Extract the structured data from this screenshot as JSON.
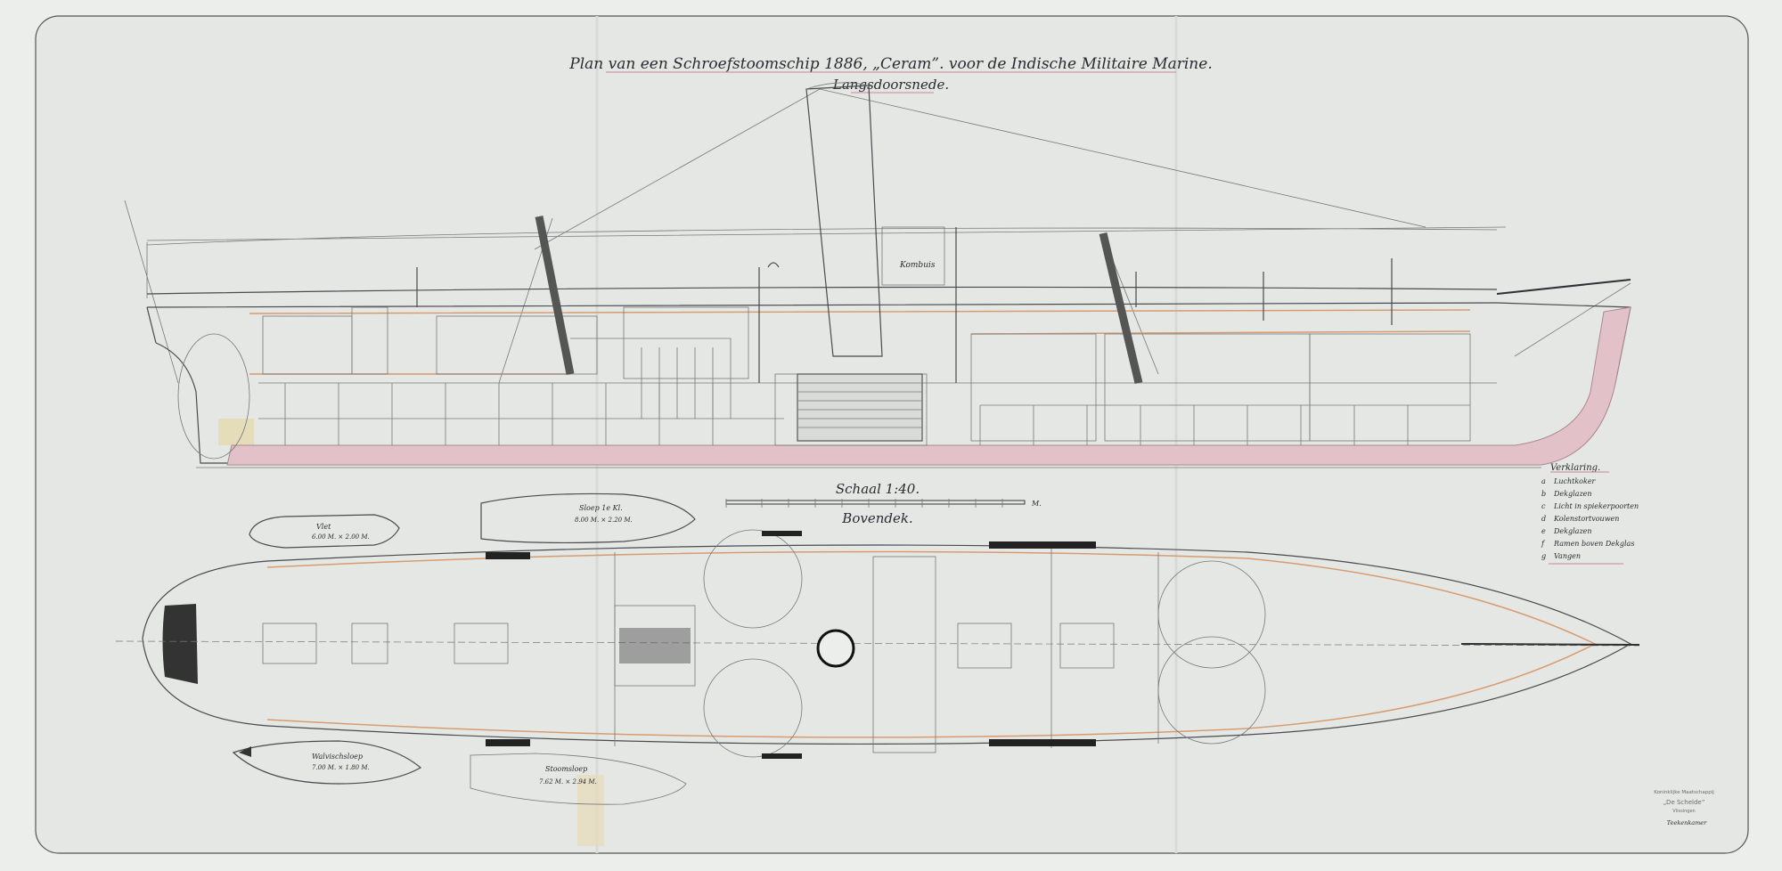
{
  "title": {
    "line1": "Plan van een Schroefstoomschip 1886, „Ceram”. voor de Indische Militaire Marine.",
    "line2": "Langsdoorsnede."
  },
  "scale": {
    "label": "Schaal 1:40.",
    "unit": "M."
  },
  "deck_plan": {
    "label": "Bovendek."
  },
  "profile": {
    "label_house": "Kombuis"
  },
  "boats": [
    {
      "name": "Vlet",
      "dims": "6.00 M. × 2.00 M."
    },
    {
      "name": "Sloep 1e Kl.",
      "dims": "8.00 M. × 2.20 M."
    },
    {
      "name": "Walvischsloep",
      "dims": "7.00 M. × 1.80 M."
    },
    {
      "name": "Stoomsloep",
      "dims": "7.62 M. × 2.94 M."
    }
  ],
  "legend": {
    "title": "Verklaring.",
    "items": [
      {
        "key": "a",
        "text": "Luchtkoker"
      },
      {
        "key": "b",
        "text": "Dekglazen"
      },
      {
        "key": "c",
        "text": "Licht in spiekerpoorten"
      },
      {
        "key": "d",
        "text": "Kolenstortvouwen"
      },
      {
        "key": "e",
        "text": "Dekglazen"
      },
      {
        "key": "f",
        "text": "Ramen boven Dekglas"
      },
      {
        "key": "g",
        "text": "Vangen"
      }
    ]
  },
  "stamp": {
    "line1": "Koninklijke Maatschappij",
    "line2": "„De Schelde”",
    "line3": "Vlissingen",
    "signature": "Teekenkamer"
  },
  "colors": {
    "paper": "#e6e8e5",
    "ink": "#3a3a40",
    "hull_pink": "#e2c1c8",
    "accent_orange": "#d79b70"
  }
}
